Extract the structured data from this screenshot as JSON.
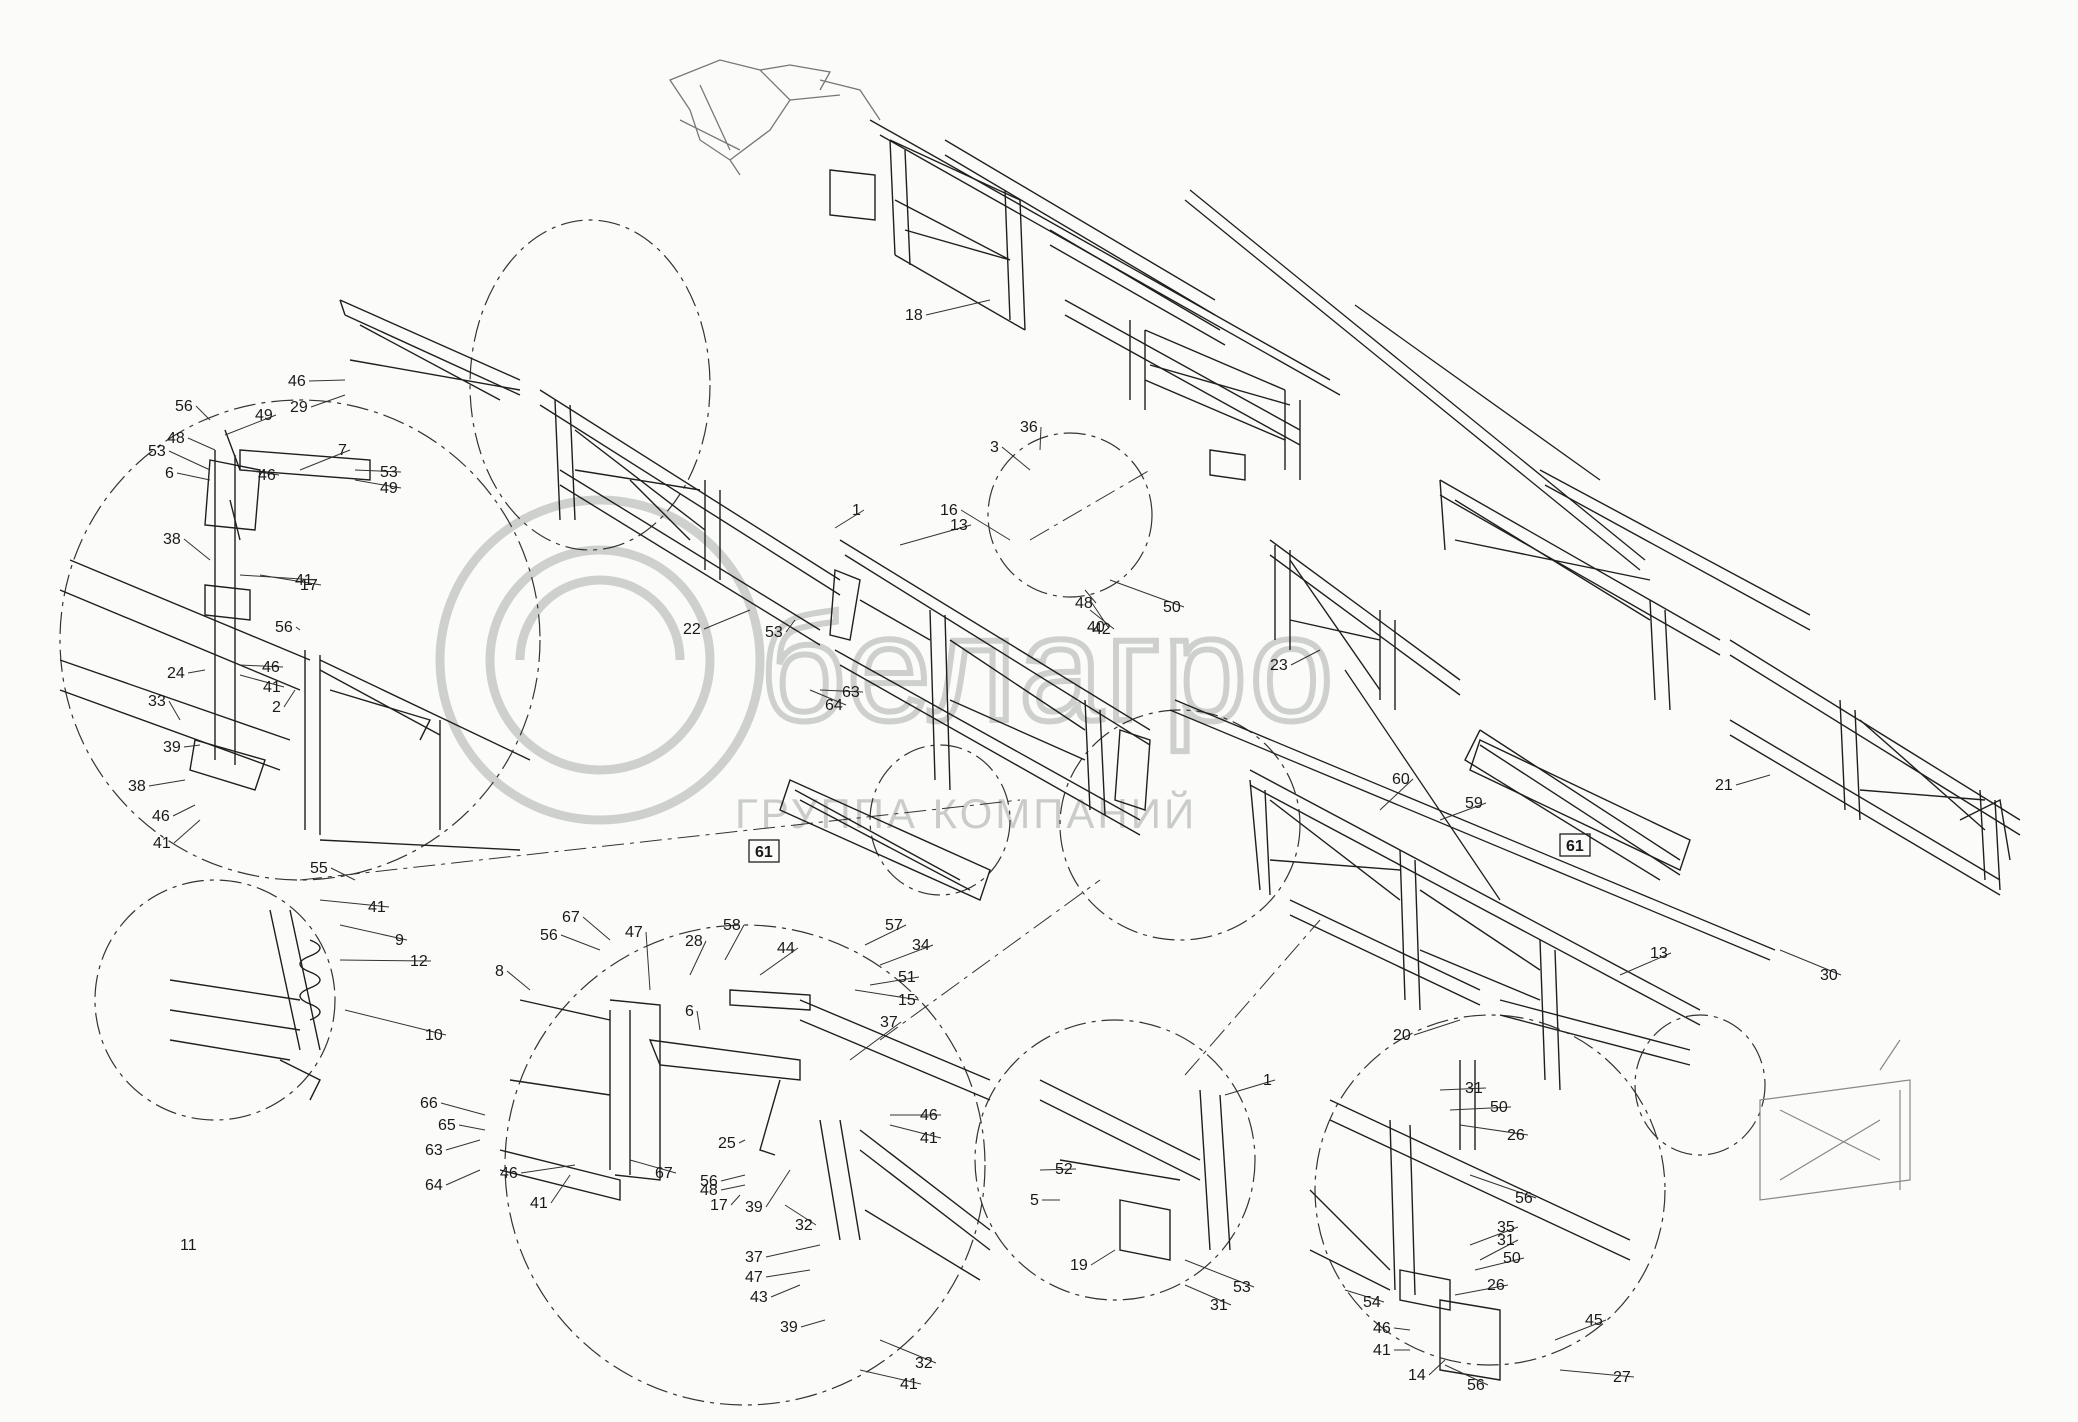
{
  "watermark": {
    "brand": "белагро",
    "tagline": "ГРУППА КОМПАНИЙ"
  },
  "callouts": [
    "1",
    "2",
    "3",
    "5",
    "6",
    "7",
    "8",
    "9",
    "10",
    "11",
    "12",
    "13",
    "14",
    "15",
    "16",
    "17",
    "18",
    "19",
    "20",
    "21",
    "22",
    "23",
    "24",
    "25",
    "26",
    "27",
    "28",
    "29",
    "30",
    "31",
    "32",
    "33",
    "34",
    "35",
    "36",
    "37",
    "38",
    "39",
    "40",
    "41",
    "42",
    "43",
    "44",
    "45",
    "46",
    "47",
    "48",
    "49",
    "50",
    "51",
    "52",
    "53",
    "54",
    "55",
    "56",
    "57",
    "58",
    "59",
    "60",
    "63",
    "64",
    "65",
    "66",
    "67"
  ],
  "boxed_callouts": [
    "61"
  ],
  "colors": {
    "line": "#1f1f1f",
    "watermark": "#c9ccc8",
    "background": "#fbfcfa"
  }
}
